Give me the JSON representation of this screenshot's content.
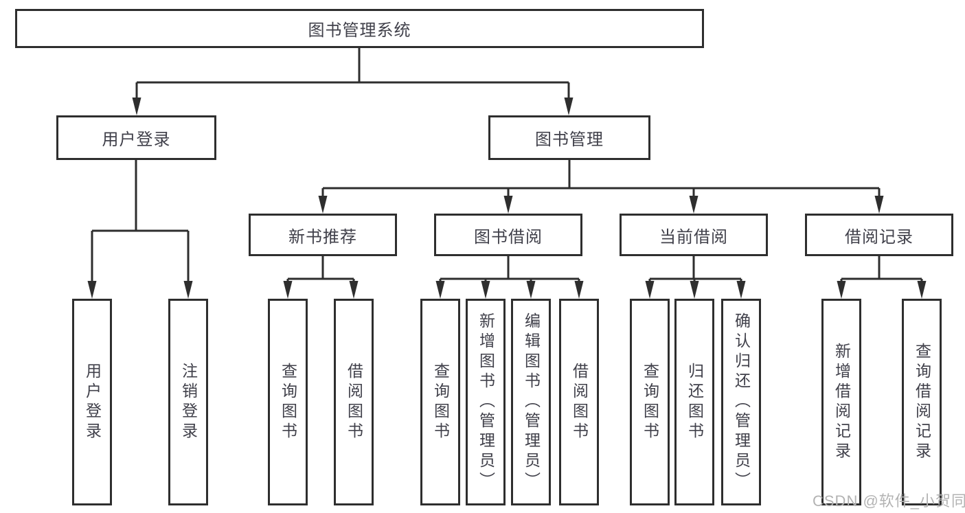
{
  "diagram": {
    "type": "tree",
    "root": {
      "label": "图书管理系统"
    },
    "children": [
      {
        "label": "用户登录",
        "children": [
          {
            "label": "用户登录"
          },
          {
            "label": "注销登录"
          }
        ]
      },
      {
        "label": "图书管理",
        "children": [
          {
            "label": "新书推荐",
            "children": [
              {
                "label": "查询图书"
              },
              {
                "label": "借阅图书"
              }
            ]
          },
          {
            "label": "图书借阅",
            "children": [
              {
                "label": "查询图书"
              },
              {
                "label": "新增图书（管理员）"
              },
              {
                "label": "编辑图书（管理员）"
              },
              {
                "label": "借阅图书"
              }
            ]
          },
          {
            "label": "当前借阅",
            "children": [
              {
                "label": "查询图书"
              },
              {
                "label": "归还图书"
              },
              {
                "label": "确认归还（管理员）"
              }
            ]
          },
          {
            "label": "借阅记录",
            "children": [
              {
                "label": "新增借阅记录"
              },
              {
                "label": "查询借阅记录"
              }
            ]
          }
        ]
      }
    ]
  },
  "watermark": {
    "text": "CSDN @软件_小贺同学",
    "color": "#b3b3b3"
  },
  "colors": {
    "line": "#2e2e2e",
    "box_border": "#2e2e2e",
    "text": "#40404a",
    "background": "#ffffff"
  }
}
